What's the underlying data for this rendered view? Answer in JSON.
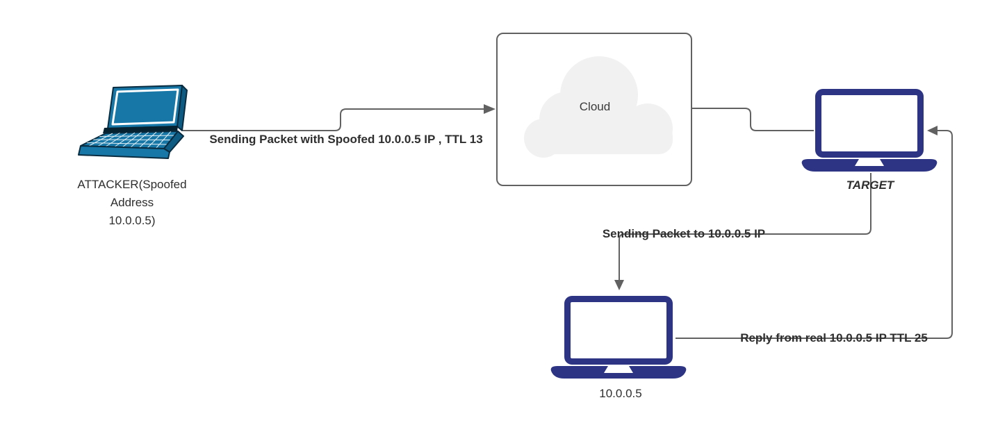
{
  "diagram": {
    "title_hint": "IP spoofing network diagram",
    "nodes": {
      "attacker": {
        "label": "ATTACKER(Spoofed\nAddress\n10.0.0.5)",
        "icon": "laptop-isometric-icon"
      },
      "cloud": {
        "label": "Cloud",
        "icon": "cloud-icon"
      },
      "target": {
        "label": "TARGET",
        "icon": "laptop-icon"
      },
      "real_host": {
        "label": "10.0.0.5",
        "icon": "laptop-icon"
      }
    },
    "edges": [
      {
        "id": "attacker-to-cloud",
        "from": "attacker",
        "to": "cloud",
        "label": "Sending Packet with Spoofed 10.0.0.5 IP , TTL 13",
        "arrow": "end"
      },
      {
        "id": "cloud-to-target",
        "from": "cloud",
        "to": "target",
        "label": "",
        "arrow": "none"
      },
      {
        "id": "target-to-host",
        "from": "target",
        "to": "real_host",
        "label": "Sending Packet to 10.0.0.5 IP",
        "arrow": "end"
      },
      {
        "id": "host-to-target",
        "from": "real_host",
        "to": "target",
        "label": "Reply from real 10.0.0.5 IP TTL 25",
        "arrow": "end"
      }
    ],
    "colors": {
      "connector": "#616161",
      "laptop_navy": "#2d3484",
      "laptop_teal": "#1777a6",
      "laptop_teal_dark": "#0d5a82",
      "laptop_outline_dark": "#0a2c40",
      "cloud_fill": "#f1f1f1",
      "cloud_border": "#616161",
      "text": "#2e2e2e",
      "background": "#ffffff"
    }
  }
}
